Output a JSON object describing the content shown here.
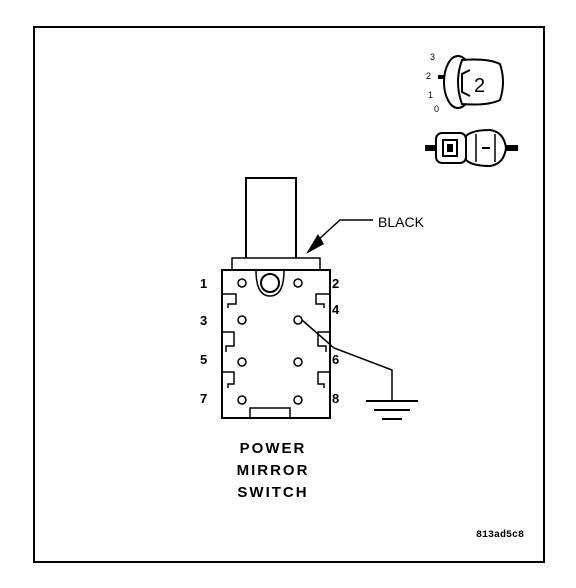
{
  "diagram": {
    "connector_color_label": "BLACK",
    "pins": {
      "p1": "1",
      "p2": "2",
      "p3": "3",
      "p4": "4",
      "p5": "5",
      "p6": "6",
      "p7": "7",
      "p8": "8"
    },
    "title": {
      "line1": "POWER",
      "line2": "MIRROR",
      "line3": "SWITCH"
    },
    "figure_code": "813ad5c8",
    "knob": {
      "pos3": "3",
      "pos2": "2",
      "pos1": "1",
      "pos0": "0",
      "selected": "2"
    }
  }
}
